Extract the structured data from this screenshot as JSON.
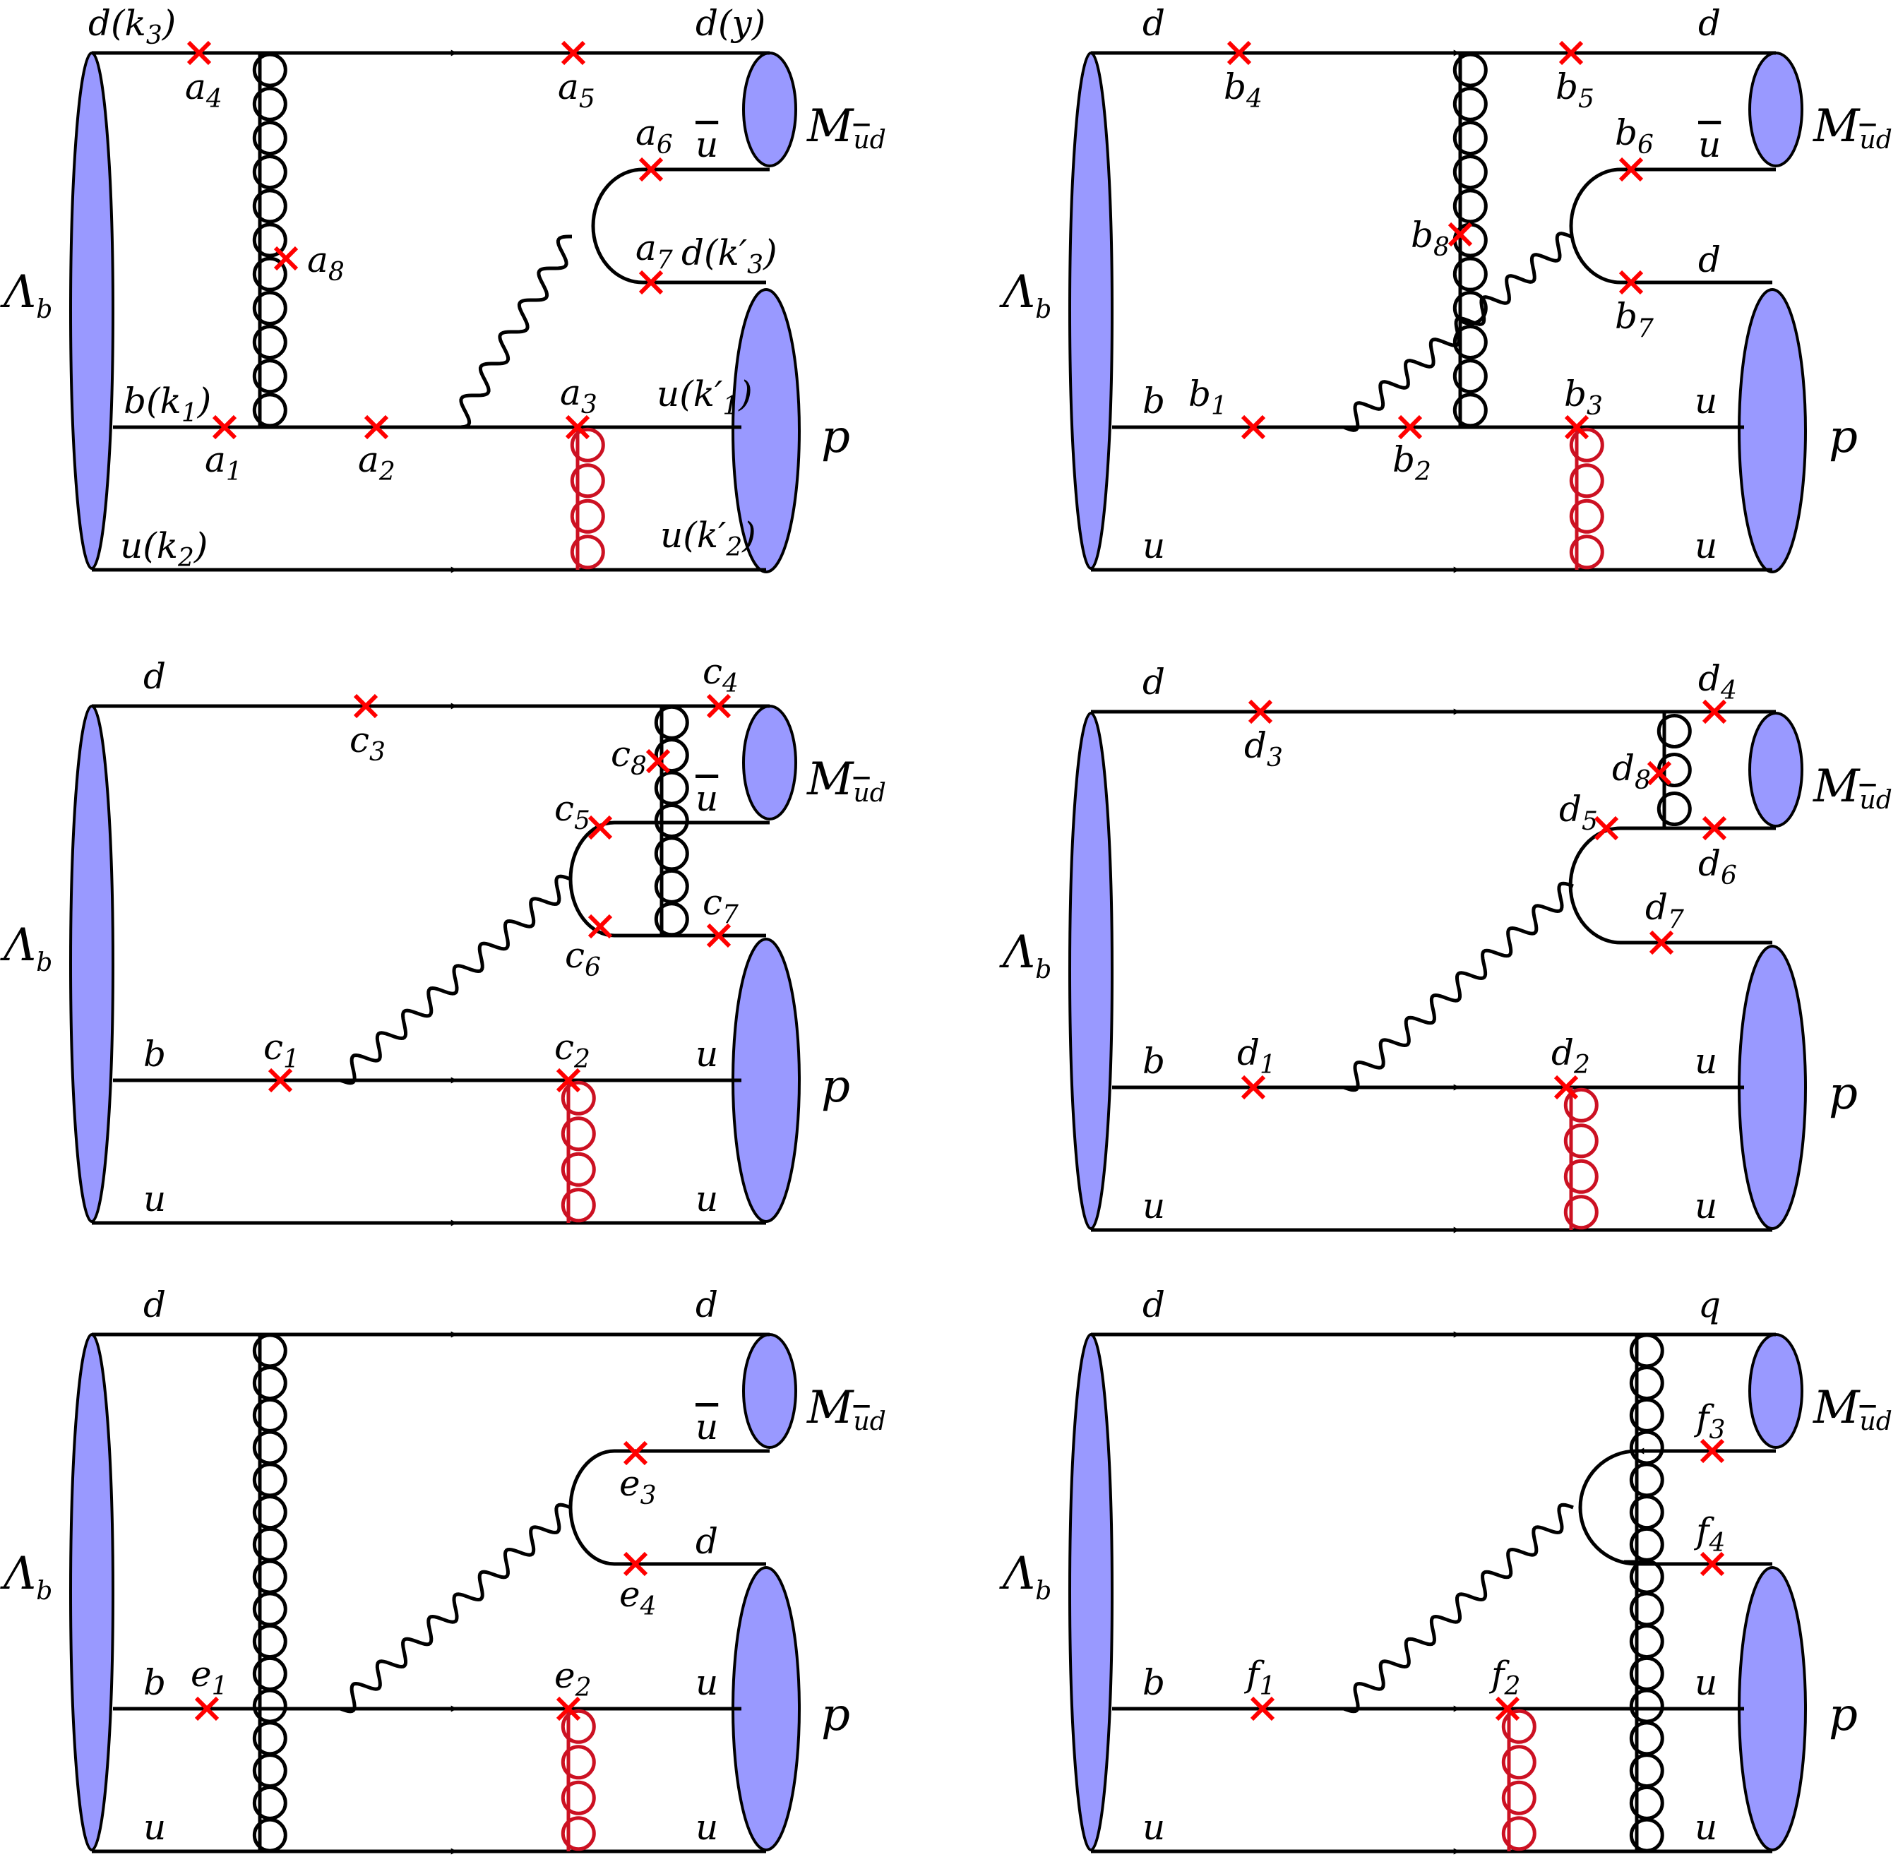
{
  "colors": {
    "ink": "#000000",
    "hadron_fill": "#9999ff",
    "insertion_mark": "#ff0000",
    "hard_gluon": "#cc1122"
  },
  "text": {
    "lambda_b": "Λ",
    "lambda_b_sub": "b",
    "meson": "M",
    "meson_sub_bar": "u",
    "meson_sub_d": "d",
    "proton": "p",
    "q_d": "d",
    "q_b": "b",
    "q_u": "u",
    "q_ubar": "u",
    "q_q": "q",
    "a_d_k3": "d(k",
    "a_d_k3_idx": "3",
    "a_b_k1": "b(k",
    "a_b_k1_idx": "1",
    "a_u_k2": "u(k",
    "a_u_k2_idx": "2",
    "close_paren": ")",
    "a_d_y": "d(y)",
    "a_d_k3p": "d(k′",
    "a_d_k3p_idx": "3",
    "a_u_k1p": "u(k′",
    "a_u_k1p_idx": "1",
    "a_u_k2p": "u(k′",
    "a_u_k2p_idx": "2"
  },
  "diagrams": [
    {
      "letter": "a",
      "indices": [
        "1",
        "2",
        "3",
        "4",
        "5",
        "6",
        "7",
        "8"
      ]
    },
    {
      "letter": "b",
      "indices": [
        "1",
        "2",
        "3",
        "4",
        "5",
        "6",
        "7",
        "8"
      ]
    },
    {
      "letter": "c",
      "indices": [
        "1",
        "2",
        "3",
        "4",
        "5",
        "6",
        "7",
        "8"
      ]
    },
    {
      "letter": "d",
      "indices": [
        "1",
        "2",
        "3",
        "4",
        "5",
        "6",
        "7",
        "8"
      ]
    },
    {
      "letter": "e",
      "indices": [
        "1",
        "2",
        "3",
        "4"
      ]
    },
    {
      "letter": "f",
      "indices": [
        "1",
        "2",
        "3",
        "4"
      ]
    }
  ]
}
